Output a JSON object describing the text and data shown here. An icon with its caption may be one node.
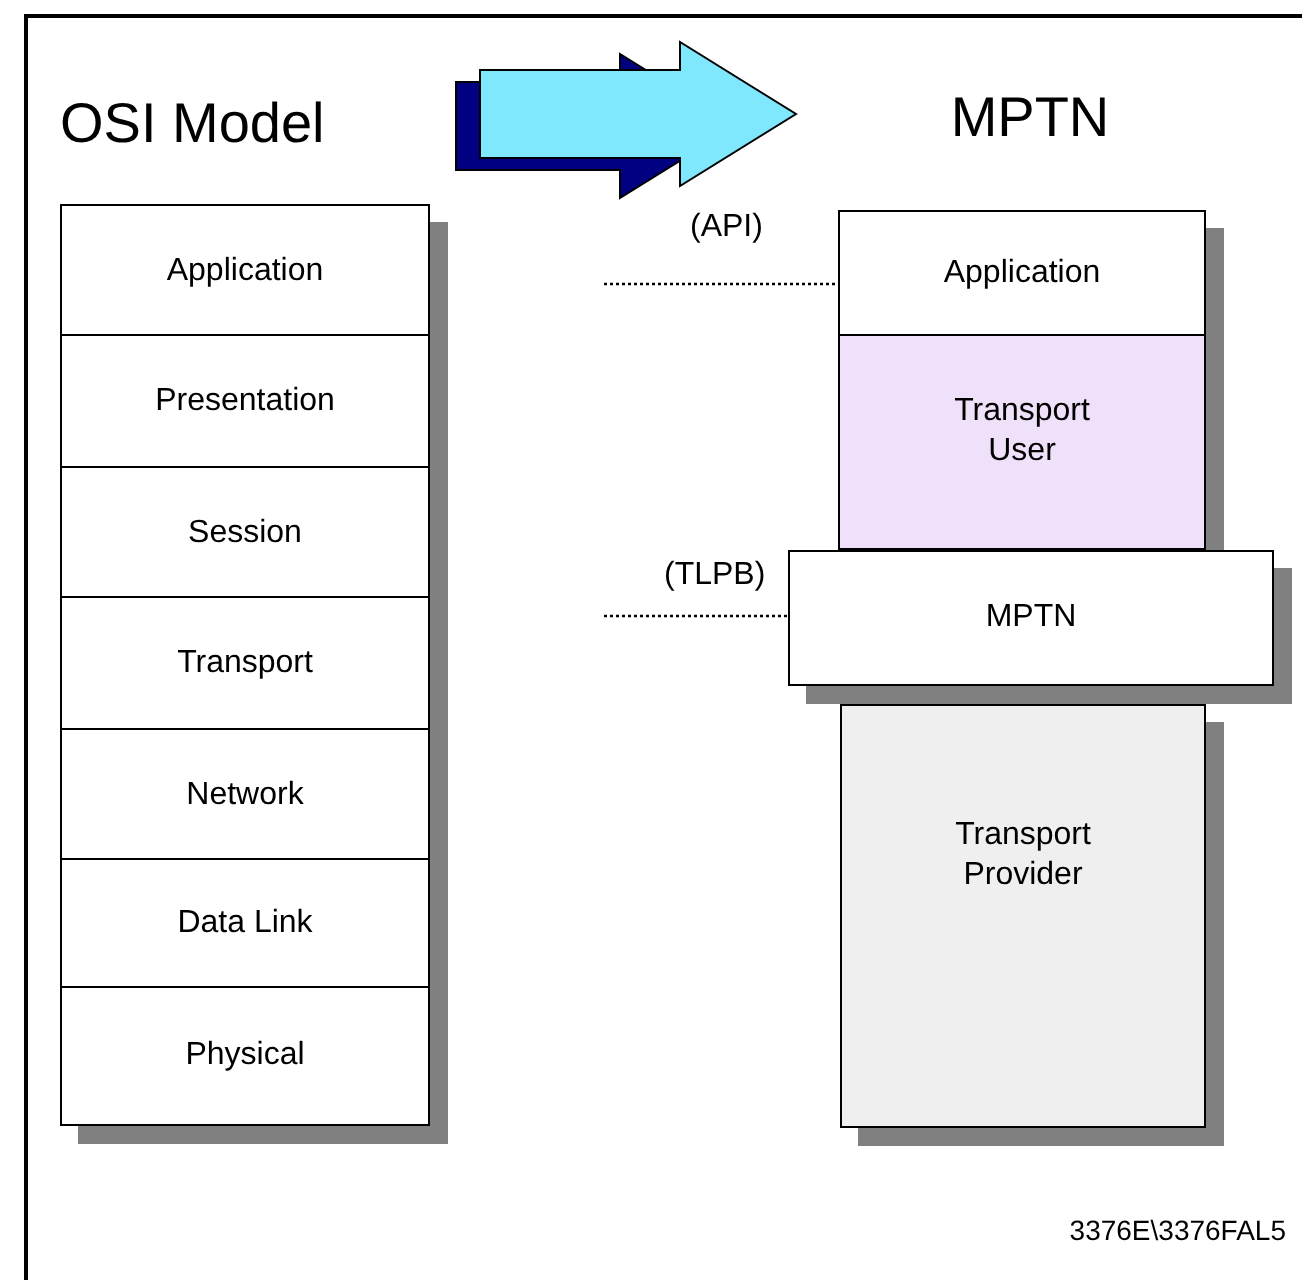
{
  "diagram": {
    "nodes": [
      {
        "text": [
          "OSI Model"
        ]
      },
      {
        "text": [
          "Application"
        ]
      },
      {
        "text": [
          "Presentation"
        ]
      },
      {
        "text": [
          "Session"
        ]
      },
      {
        "text": [
          "Transport"
        ]
      },
      {
        "text": [
          "Network"
        ]
      },
      {
        "text": [
          "Data Link"
        ]
      },
      {
        "text": [
          "Physical"
        ]
      },
      {
        "text": [
          "MPTN"
        ]
      },
      {
        "text": [
          "Application"
        ]
      },
      {
        "text": [
          "Transport User"
        ]
      },
      {
        "text": [
          "MPTN"
        ]
      },
      {
        "text": [
          "Transport Provider"
        ]
      }
    ],
    "edges": [
      {
        "from": 0,
        "to": 8,
        "arrow": "to",
        "style": "thick"
      },
      {
        "from": null,
        "to": 9,
        "arrow": "none",
        "label": "(API)",
        "style": "dashed"
      },
      {
        "from": null,
        "to": 11,
        "arrow": "none",
        "label": "(TLPB)",
        "style": "dashed"
      }
    ],
    "labels": [
      "3376E\\3376FAL5"
    ]
  }
}
